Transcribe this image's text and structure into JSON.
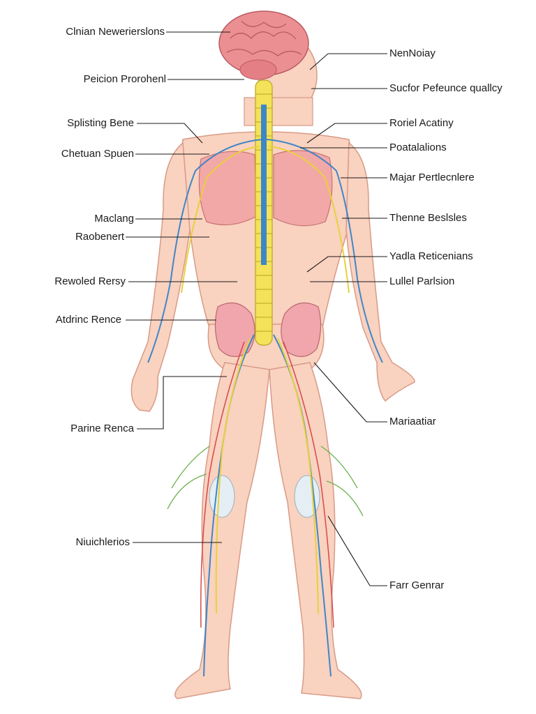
{
  "labels_left": [
    "Clnian Newerierslons",
    "Peicion Prorohenl",
    "Splisting Bene",
    "Chetuan Spuen",
    "Maclang",
    "Raobenert",
    "Rewoled Rersy",
    "Atdrinc Rence",
    "Parine Renca",
    "Niuichlerios"
  ],
  "labels_right": [
    "NenNoiay",
    "Sucfor Pefeunce quallcy",
    "Roriel Acatiny",
    "Poatalalions",
    "Majar Pertlecnlere",
    "Thenne Beslsles",
    "Yadla Reticenians",
    "Lullel Parlsion",
    "Mariaatiar",
    "Farr Genrar"
  ],
  "colors": {
    "skin": "#f9d2c0",
    "skin_outline": "#d89a86",
    "brain": "#ec8f92",
    "spine": "#f3e25a",
    "nerve_blue": "#3f86c8",
    "nerve_yellow": "#e8d13a",
    "nerve_red": "#d6484a",
    "nerve_green": "#6cb04a",
    "lung": "#f3a8a8",
    "bone_joint": "#e4eef4",
    "pelvis": "#f1a6ad"
  },
  "icons": [
    "human-body-figure"
  ]
}
